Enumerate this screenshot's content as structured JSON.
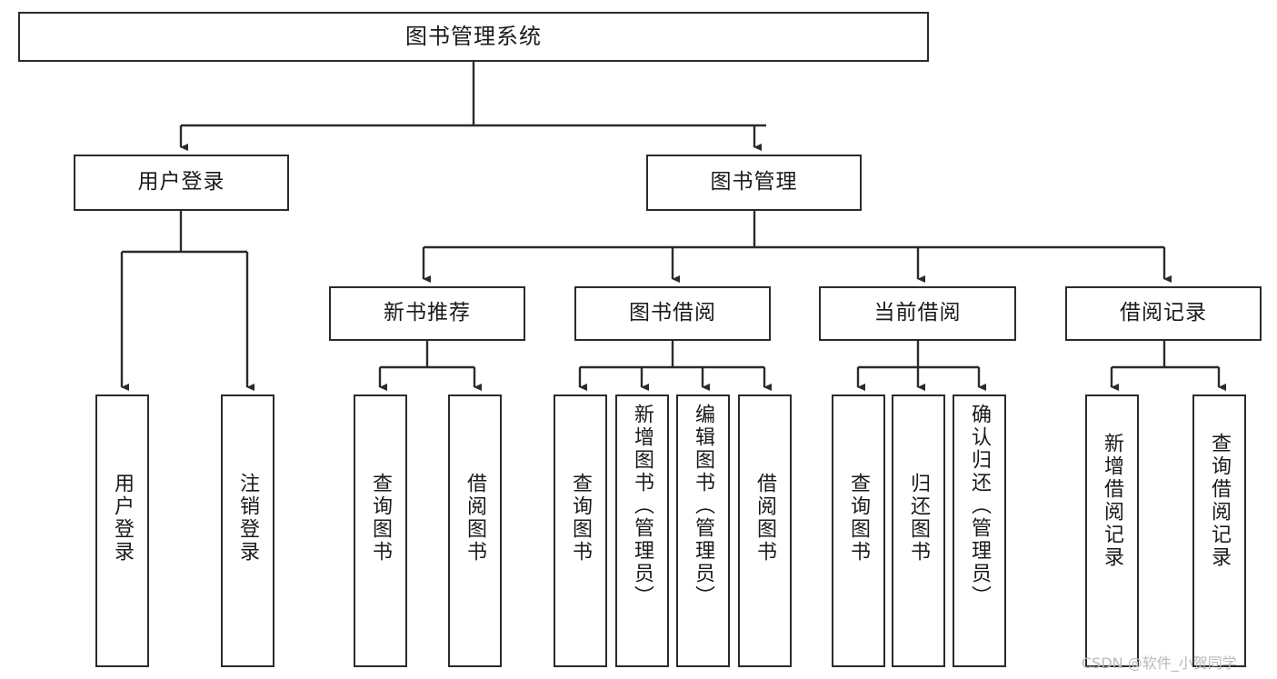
{
  "diagram": {
    "title": "图书管理系统",
    "type": "tree",
    "orientation": "top-down",
    "colors": {
      "box_border": "#2b2b2b",
      "box_fill": "#ffffff",
      "connector": "#2b2b2b",
      "text": "#1a1a1a",
      "watermark": "#b9b9b9",
      "background": "#ffffff"
    },
    "watermark": "CSDN @软件_小贺同学",
    "nodes": {
      "root": {
        "label": "图书管理系统"
      },
      "level1": [
        {
          "id": "user-login",
          "label": "用户登录"
        },
        {
          "id": "book-management",
          "label": "图书管理"
        }
      ],
      "level2": [
        {
          "id": "new-book-recommend",
          "label": "新书推荐"
        },
        {
          "id": "book-borrow",
          "label": "图书借阅"
        },
        {
          "id": "current-borrow",
          "label": "当前借阅"
        },
        {
          "id": "borrow-record",
          "label": "借阅记录"
        }
      ],
      "leaves": {
        "user_login": [
          {
            "id": "leaf-user-login",
            "label": "用户登录"
          },
          {
            "id": "leaf-logout-login",
            "label": "注销登录"
          }
        ],
        "new_book_recommend": [
          {
            "id": "leaf-query-book-1",
            "label": "查询图书"
          },
          {
            "id": "leaf-borrow-book-1",
            "label": "借阅图书"
          }
        ],
        "book_borrow": [
          {
            "id": "leaf-query-book-2",
            "label": "查询图书"
          },
          {
            "id": "leaf-add-book",
            "label": "新增图书（管理员）"
          },
          {
            "id": "leaf-edit-book",
            "label": "编辑图书（管理员）"
          },
          {
            "id": "leaf-borrow-book-2",
            "label": "借阅图书"
          }
        ],
        "current_borrow": [
          {
            "id": "leaf-query-book-3",
            "label": "查询图书"
          },
          {
            "id": "leaf-return-book",
            "label": "归还图书"
          },
          {
            "id": "leaf-confirm-return",
            "label": "确认归还（管理员）"
          }
        ],
        "borrow_record": [
          {
            "id": "leaf-add-borrow-record",
            "label": "新增借阅记录"
          },
          {
            "id": "leaf-query-borrow-record",
            "label": "查询借阅记录"
          }
        ]
      }
    }
  }
}
